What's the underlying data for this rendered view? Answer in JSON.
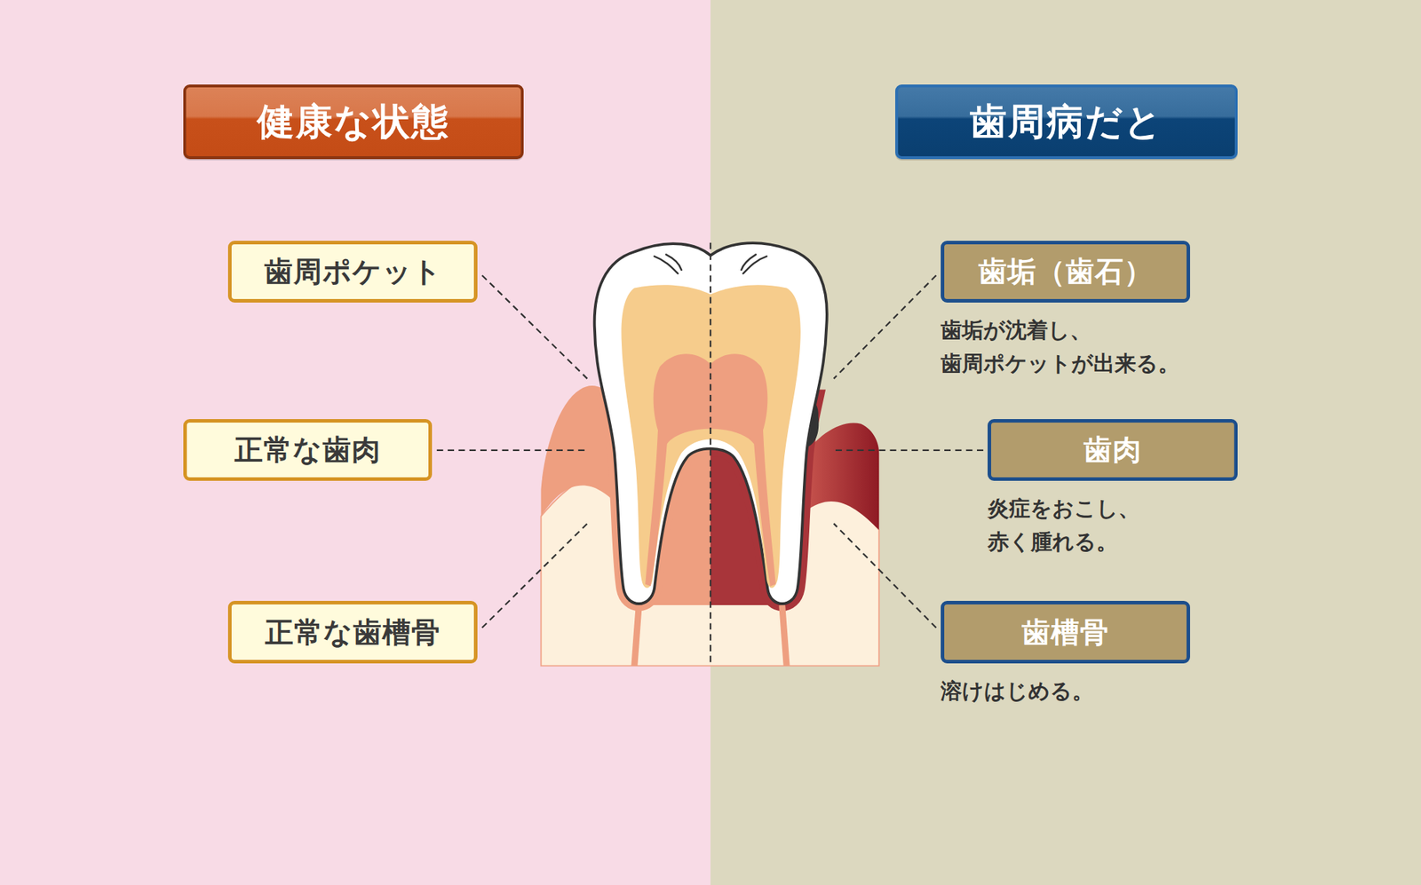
{
  "diagram": {
    "nodes": [
      {
        "text": [
          "健康な状態"
        ]
      },
      {
        "text": [
          "歯周病だと"
        ]
      },
      {
        "text": [
          "歯周ポケット"
        ]
      },
      {
        "text": [
          "正常な歯肉"
        ]
      },
      {
        "text": [
          "正常な歯槽骨"
        ]
      },
      {
        "text": [
          "歯垢（歯石）",
          "歯垢が沈着し、 歯周ポケットが出来る。"
        ]
      },
      {
        "text": [
          "歯肉",
          "炎症をおこし、 赤く腫れる。"
        ]
      },
      {
        "text": [
          "歯槽骨",
          "溶けはじめる。"
        ]
      }
    ]
  }
}
